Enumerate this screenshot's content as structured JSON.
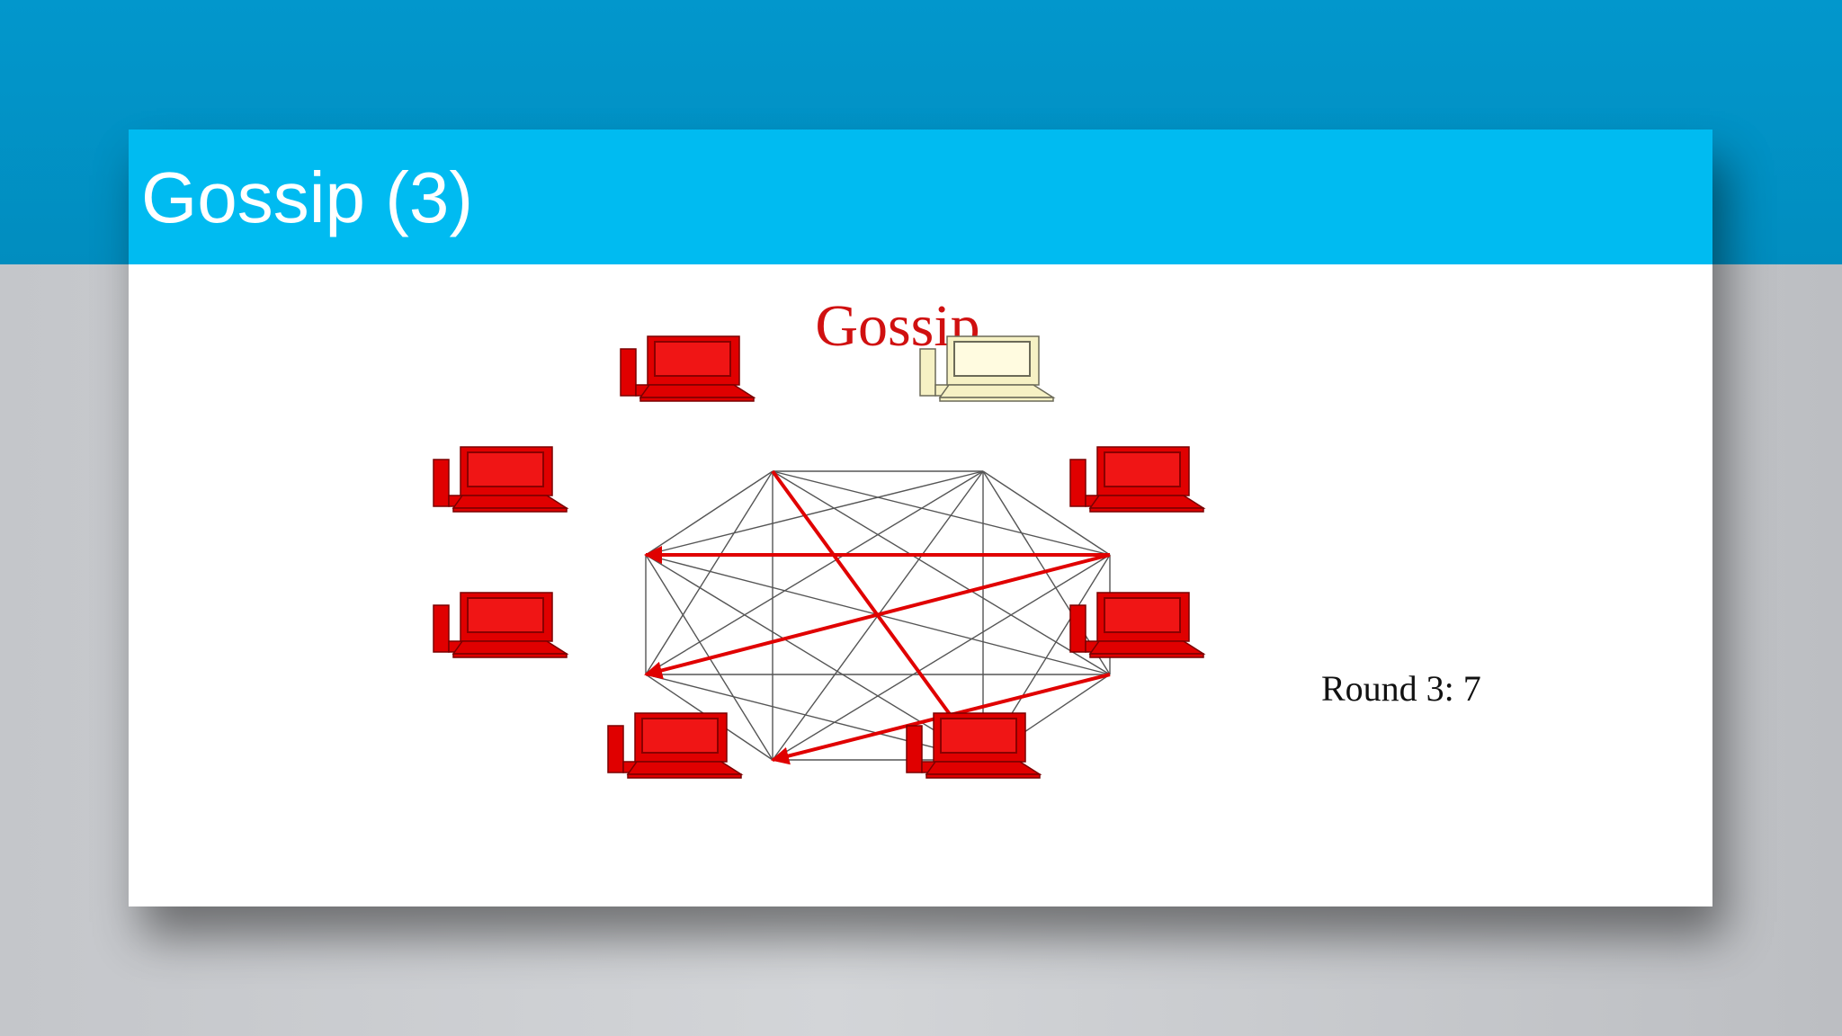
{
  "slide": {
    "title": "Gossip (3)"
  },
  "diagram": {
    "title": "Gossip",
    "round_label": "Round 3: 7",
    "colors": {
      "infected": "#e00000",
      "uninfected": "#f6f1c4",
      "mesh_line": "#555555",
      "title": "#d01010"
    },
    "nodes": [
      {
        "id": "top-left",
        "infected": true
      },
      {
        "id": "top-right",
        "infected": false
      },
      {
        "id": "upper-right",
        "infected": true
      },
      {
        "id": "lower-right",
        "infected": true
      },
      {
        "id": "bottom-right",
        "infected": true
      },
      {
        "id": "bottom-left",
        "infected": true
      },
      {
        "id": "lower-left",
        "infected": true
      },
      {
        "id": "upper-left",
        "infected": true
      }
    ],
    "gossip_edges": [
      {
        "from": "top-left",
        "to": "bottom-right"
      },
      {
        "from": "upper-right",
        "to": "upper-left"
      },
      {
        "from": "upper-right",
        "to": "lower-left"
      },
      {
        "from": "lower-right",
        "to": "bottom-left"
      }
    ]
  }
}
